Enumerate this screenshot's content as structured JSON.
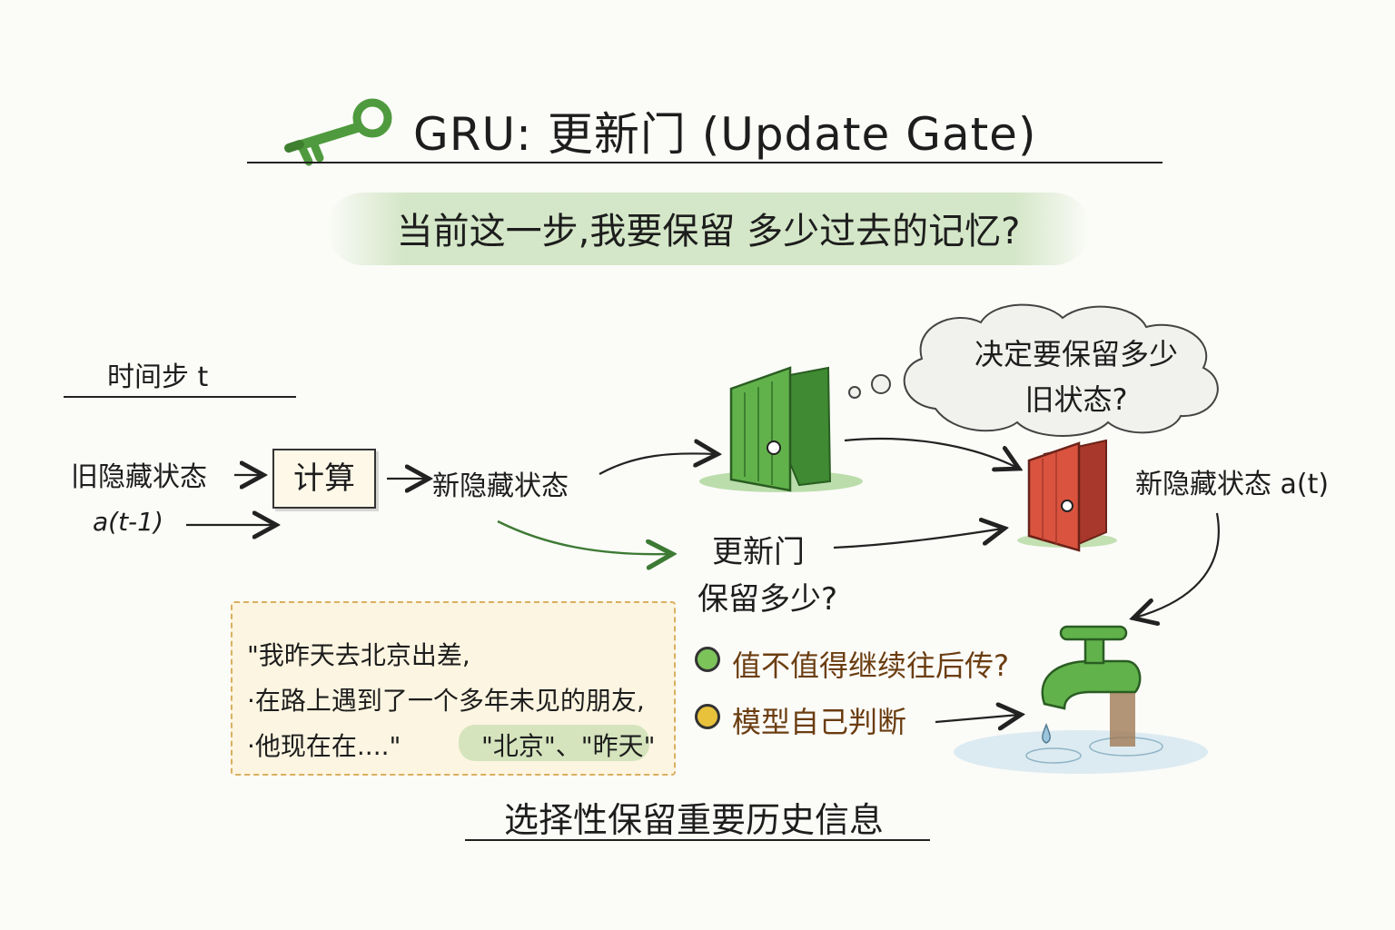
{
  "title": "GRU: 更新门 (Update Gate)",
  "subtitle": "当前这一步,我要保留 多少过去的记忆?",
  "timestep_label": "时间步 t",
  "old_state_label": "旧隐藏状态",
  "old_state_symbol": "a(t-1)",
  "calc_label": "计算",
  "new_state_label": "新隐藏状态",
  "cloud_line1": "决定要保留多少",
  "cloud_line2": "旧状态?",
  "update_gate_line1": "更新门",
  "update_gate_line2": "保留多少?",
  "final_state_label": "新隐藏状态 a(t)",
  "example": {
    "line1": "\"我昨天去北京出差,",
    "line2": "·在路上遇到了一个多年未见的朋友,",
    "line3": "·他现在在....\"",
    "highlight": "\"北京\"、\"昨天\""
  },
  "bullets": [
    {
      "text": "值不值得继续往后传?",
      "color": "#7cc45a"
    },
    {
      "text": "模型自己判断",
      "color": "#e9c23c"
    }
  ],
  "bottom_caption": "选择性保留重要历史信息",
  "colors": {
    "green_door": "#5cae47",
    "red_door": "#d9533f",
    "accent_green": "#4a8a3a",
    "brown_text": "#6b3d10"
  },
  "icons": [
    "key-icon",
    "green-door-icon",
    "red-door-icon",
    "faucet-icon",
    "thought-cloud"
  ]
}
